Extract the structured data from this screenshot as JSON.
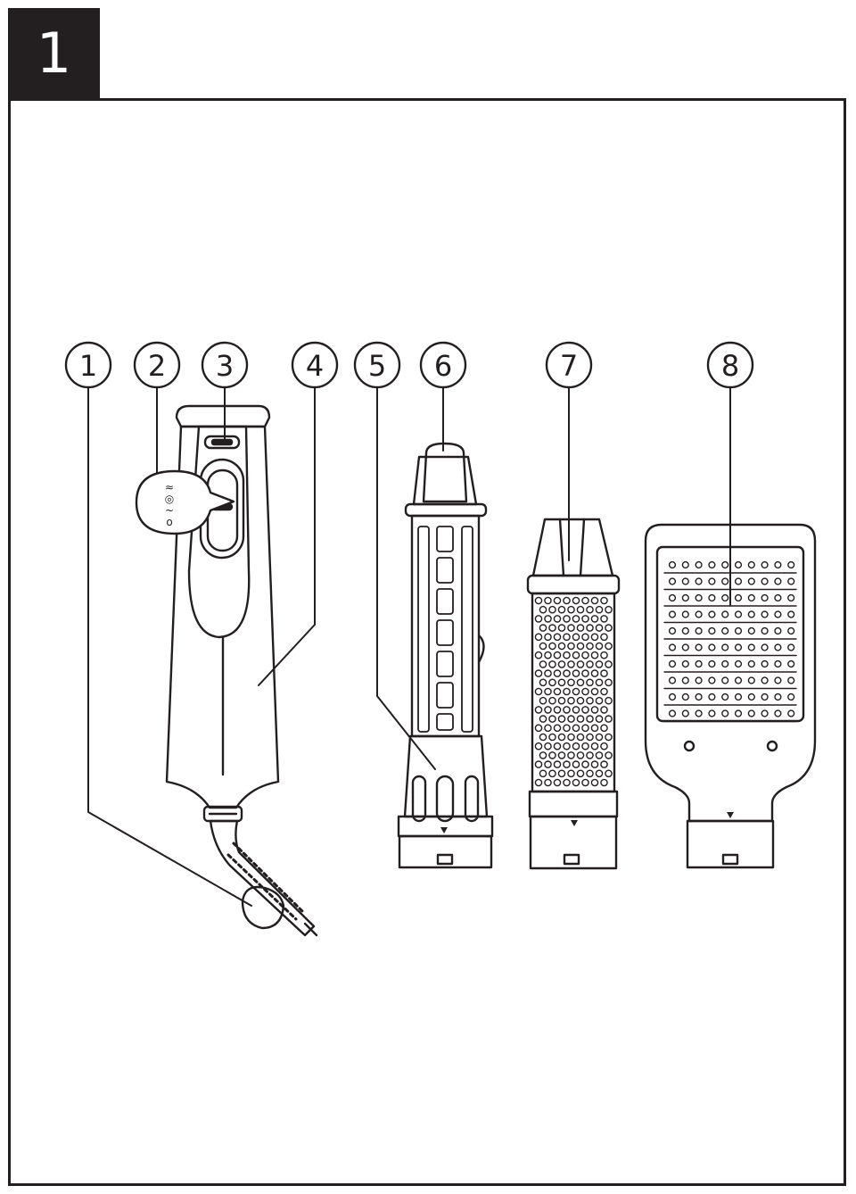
{
  "figure_number": "1",
  "callouts": [
    {
      "id": "c1",
      "label": "1"
    },
    {
      "id": "c2",
      "label": "2"
    },
    {
      "id": "c3",
      "label": "3"
    },
    {
      "id": "c4",
      "label": "4"
    },
    {
      "id": "c5",
      "label": "5"
    },
    {
      "id": "c6",
      "label": "6"
    },
    {
      "id": "c7",
      "label": "7"
    },
    {
      "id": "c8",
      "label": "8"
    }
  ],
  "colors": {
    "ink": "#231f20",
    "paper": "#ffffff",
    "fill": "#d9d9d9"
  }
}
